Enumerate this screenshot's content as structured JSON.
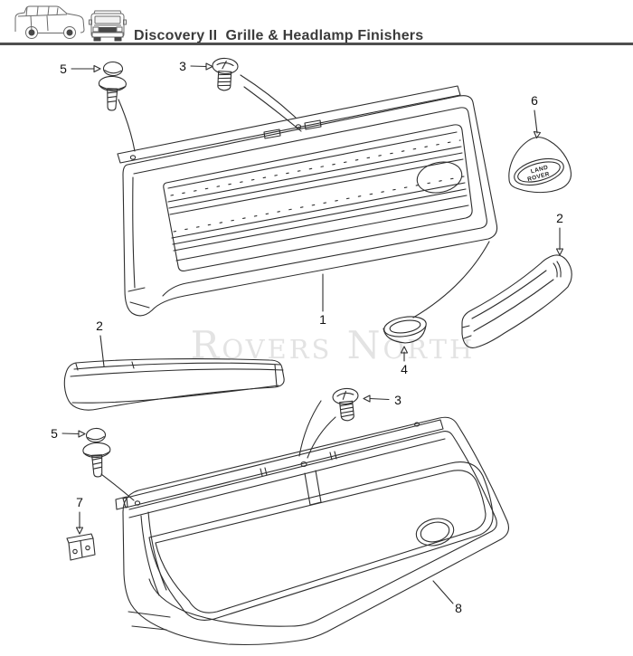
{
  "header": {
    "title": "Discovery II  Grille & Headlamp Finishers",
    "side_icon": "discovery-side-view",
    "front_icon": "discovery-front-view"
  },
  "watermark": {
    "text": "Rovers North"
  },
  "diagram": {
    "badge": {
      "line1": "LAND",
      "line2": "ROVER"
    },
    "callouts": [
      {
        "label": "5",
        "part": "push-clip-upper"
      },
      {
        "label": "3",
        "part": "screw-upper"
      },
      {
        "label": "6",
        "part": "land-rover-badge"
      },
      {
        "label": "2",
        "part": "headlamp-finisher-right"
      },
      {
        "label": "1",
        "part": "grille-early"
      },
      {
        "label": "4",
        "part": "badge-plug"
      },
      {
        "label": "2",
        "part": "headlamp-finisher-left"
      },
      {
        "label": "3",
        "part": "screw-lower"
      },
      {
        "label": "5",
        "part": "push-clip-lower"
      },
      {
        "label": "7",
        "part": "mounting-bracket"
      },
      {
        "label": "8",
        "part": "grille-facelift"
      }
    ]
  }
}
